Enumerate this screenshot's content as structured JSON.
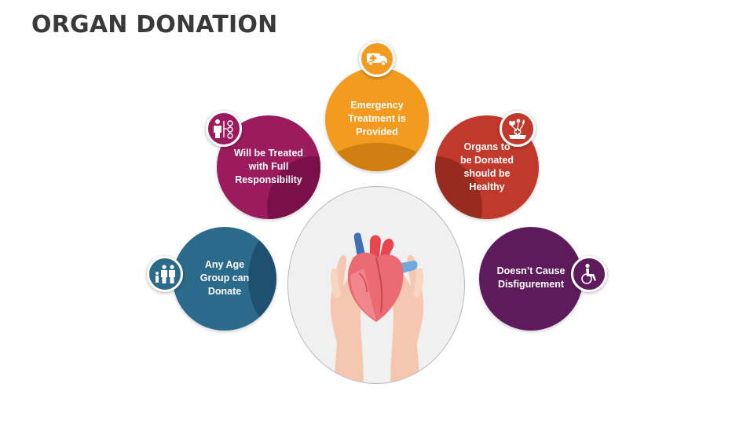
{
  "title": "ORGAN DONATION",
  "center": {
    "icon": "heart-in-hands-icon"
  },
  "items": [
    {
      "id": "emergency",
      "label": "Emergency\nTreatment is\nProvided",
      "color": "#f39b1f",
      "shade": "#d17e10",
      "icon": "ambulance-icon"
    },
    {
      "id": "treated",
      "label": "Will be Treated\nwith Full\nResponsibility",
      "color": "#9c1b5e",
      "shade": "#7a1049",
      "icon": "doctor-checklist-icon"
    },
    {
      "id": "healthy",
      "label": "Organs to\nbe Donated\nshould be\nHealthy",
      "color": "#c0392b",
      "shade": "#992a20",
      "icon": "organs-icon"
    },
    {
      "id": "age",
      "label": "Any Age\nGroup can\nDonate",
      "color": "#2c6a8c",
      "shade": "#1f5070",
      "icon": "family-icon"
    },
    {
      "id": "disfigurement",
      "label": "Doesn’t Cause\nDisfigurement",
      "color": "#5d1b5b",
      "shade": "#481244",
      "icon": "wheelchair-icon"
    }
  ]
}
